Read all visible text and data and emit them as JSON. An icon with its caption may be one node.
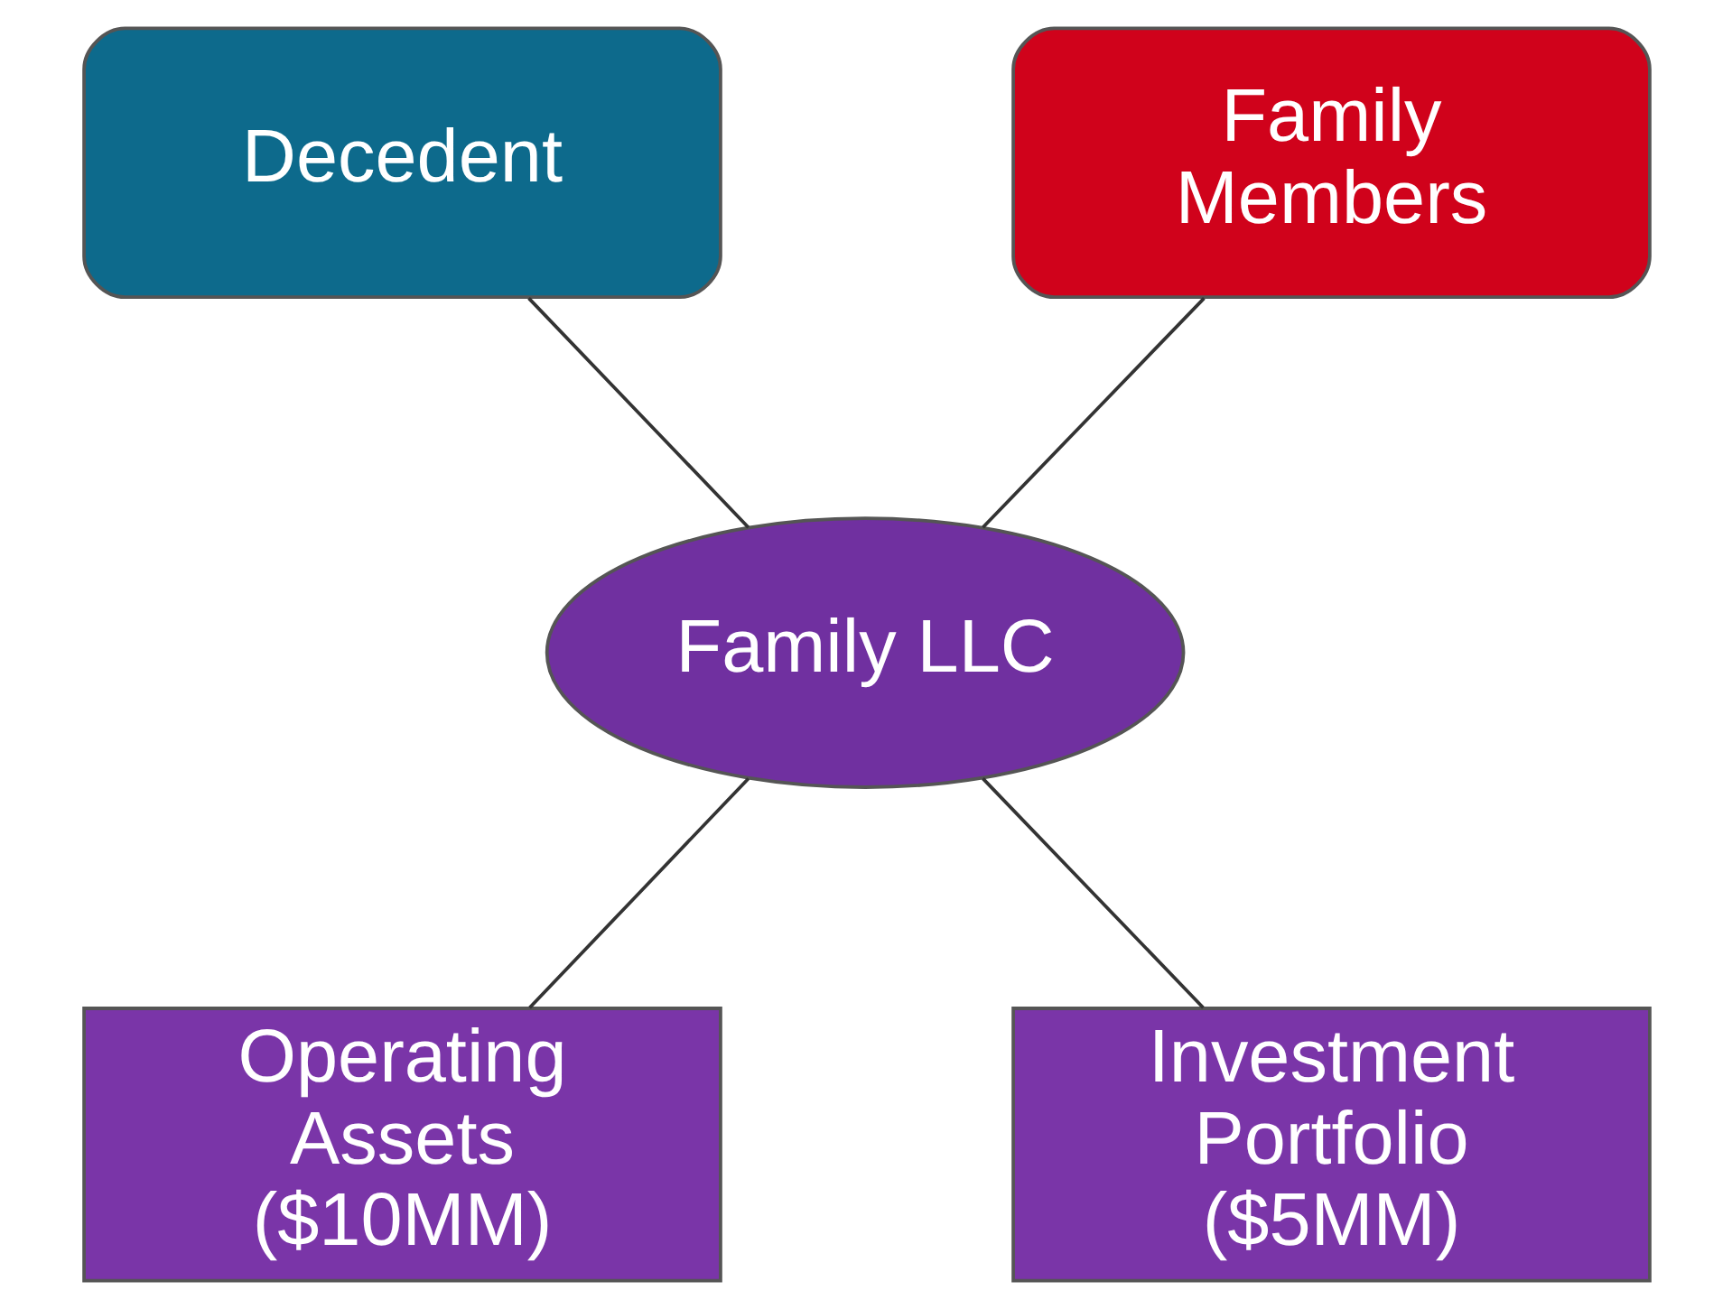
{
  "diagram": {
    "nodes": [
      {
        "text": [
          "Decedent"
        ]
      },
      {
        "text": [
          "Family Members"
        ]
      },
      {
        "text": [
          "Family LLC"
        ]
      },
      {
        "text": [
          "Operating Assets ($10MM)"
        ]
      },
      {
        "text": [
          "Investment Portfolio ($5MM)"
        ]
      }
    ],
    "edges": [
      {
        "from": 0,
        "to": 2,
        "arrow": "none"
      },
      {
        "from": 1,
        "to": 2,
        "arrow": "none"
      },
      {
        "from": 2,
        "to": 3,
        "arrow": "none"
      },
      {
        "from": 2,
        "to": 4,
        "arrow": "none"
      }
    ]
  }
}
